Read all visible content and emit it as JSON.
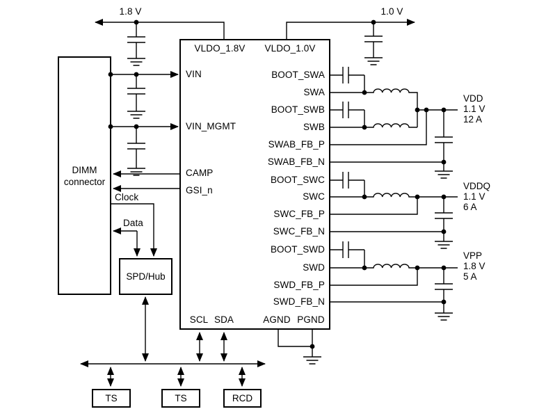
{
  "rails": {
    "v1_8": "1.8 V",
    "v1_0": "1.0 V"
  },
  "ic": {
    "top_pins": [
      "VLDO_1.8V",
      "VLDO_1.0V"
    ],
    "left_pins": [
      "VIN",
      "VIN_MGMT",
      "CAMP",
      "GSI_n"
    ],
    "right_pins": [
      "BOOT_SWA",
      "SWA",
      "BOOT_SWB",
      "SWB",
      "SWAB_FB_P",
      "SWAB_FB_N",
      "BOOT_SWC",
      "SWC",
      "SWC_FB_P",
      "SWC_FB_N",
      "BOOT_SWD",
      "SWD",
      "SWD_FB_P",
      "SWD_FB_N"
    ],
    "bottom_pins": [
      "SCL",
      "SDA",
      "AGND",
      "PGND"
    ]
  },
  "blocks": {
    "dimm": "DIMM connector",
    "spd_hub": "SPD/Hub",
    "ts1": "TS",
    "ts2": "TS",
    "rcd": "RCD"
  },
  "signals": {
    "clock": "Clock",
    "data": "Data"
  },
  "outputs": [
    {
      "name": "VDD",
      "voltage": "1.1 V",
      "current": "12 A"
    },
    {
      "name": "VDDQ",
      "voltage": "1.1 V",
      "current": "6 A"
    },
    {
      "name": "VPP",
      "voltage": "1.8 V",
      "current": "5 A"
    }
  ],
  "colors": {
    "line": "#000000",
    "background": "#ffffff",
    "text": "#000000"
  }
}
